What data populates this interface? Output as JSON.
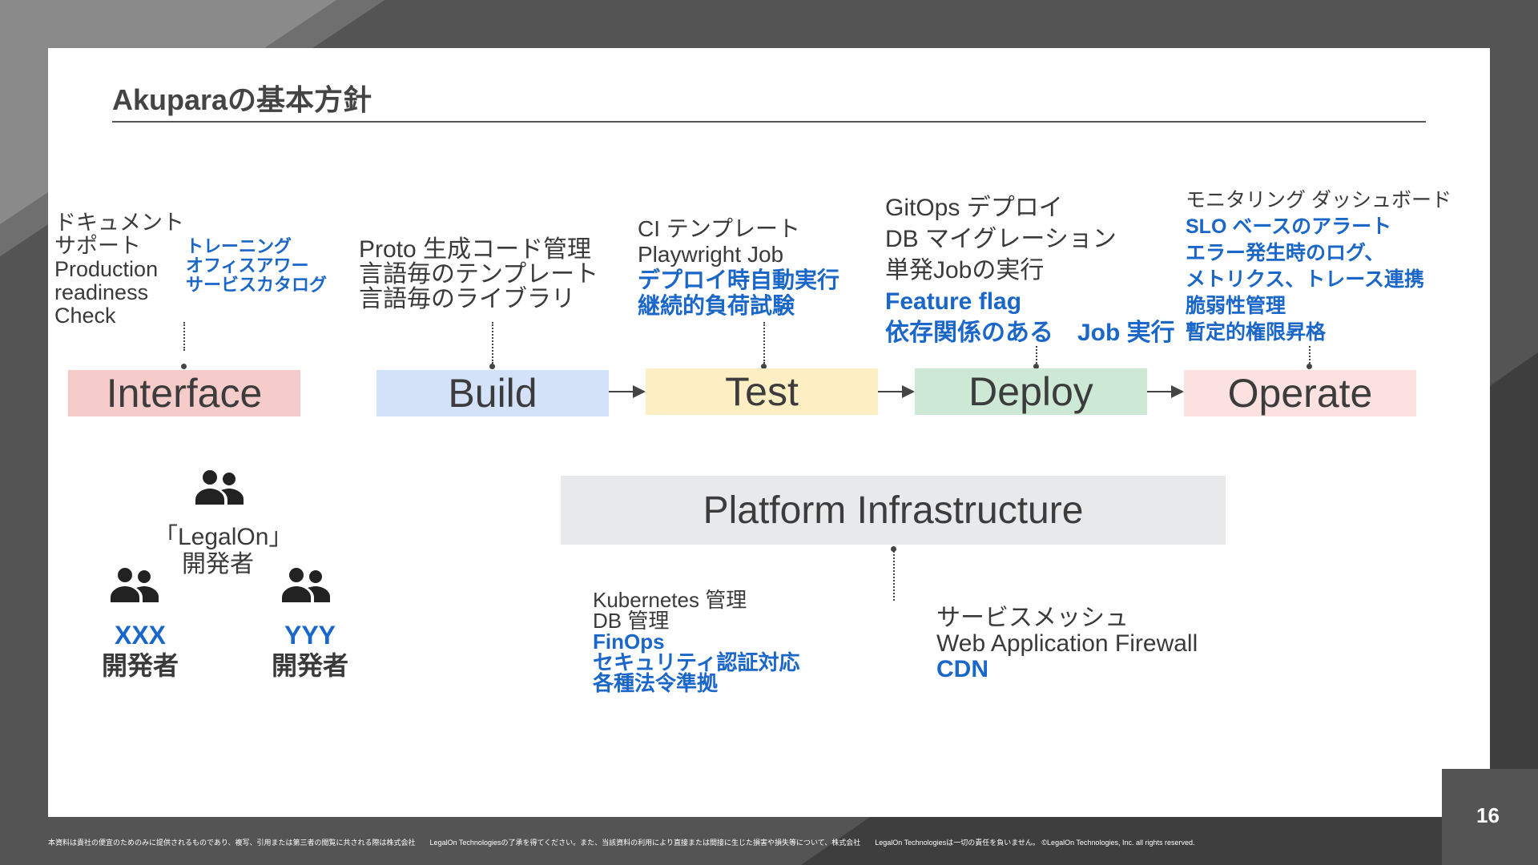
{
  "slide": {
    "title": "Akuparaの基本方針",
    "page_number": "16",
    "footer": "本資料は貴社の便宜のためのみに提供されるものであり、複写、引用または第三者の閲覧に共される際は株式会社　　LegalOn Technologiesの了承を得てください。また、当該資料の利用により直接または間接に生じた損害や損失等について、株式会社　　LegalOn Technologiesは一切の責任を負いません。 ©LegalOn Technologies, Inc. all rights reserved."
  },
  "pipeline": {
    "stages": [
      {
        "label": "Interface",
        "color": "#f6cccb"
      },
      {
        "label": "Build",
        "color": "#d3e2f9"
      },
      {
        "label": "Test",
        "color": "#fdefc3"
      },
      {
        "label": "Deploy",
        "color": "#cde8d4"
      },
      {
        "label": "Operate",
        "color": "#fbe2e1"
      }
    ],
    "notes": {
      "interface": {
        "plain": [
          "ドキュメント",
          "サポート",
          "Production",
          "readiness",
          "Check"
        ],
        "highlight": [
          "トレーニング",
          "オフィスアワー",
          "サービスカタログ"
        ]
      },
      "build": {
        "plain": [
          "Proto 生成コード管理",
          "言語毎のテンプレート",
          "言語毎のライブラリ"
        ]
      },
      "test": {
        "plain": [
          "CI テンプレート",
          "Playwright Job"
        ],
        "highlight": [
          "デプロイ時自動実行",
          "継続的負荷試験"
        ]
      },
      "deploy": {
        "plain": [
          "GitOps デプロイ",
          "DB マイグレーション",
          "単発Jobの実行"
        ],
        "highlight": [
          "Feature flag",
          "依存関係のある　Job 実行"
        ]
      },
      "operate": {
        "plain": [
          "モニタリング ダッシュボード"
        ],
        "highlight": [
          "SLO ベースのアラート",
          "エラー発生時のログ、",
          "メトリクス、トレース連携",
          "脆弱性管理",
          "暫定的権限昇格"
        ]
      }
    }
  },
  "platform": {
    "label": "Platform Infrastructure",
    "color": "#e8e9eb",
    "left_notes": {
      "plain": [
        "Kubernetes 管理",
        "DB 管理"
      ],
      "highlight": [
        "FinOps",
        "セキュリティ認証対応",
        "各種法令準拠"
      ]
    },
    "right_notes": {
      "plain": [
        "サービスメッシュ",
        "Web Application Firewall"
      ],
      "highlight": [
        "CDN"
      ]
    }
  },
  "developers": {
    "main": {
      "line1": "「LegalOn」",
      "line2": "開発者"
    },
    "xxx": {
      "line1": "XXX",
      "line2": "開発者"
    },
    "yyy": {
      "line1": "YYY",
      "line2": "開発者"
    },
    "icon": "people-icon",
    "accent": "#1a66c9"
  }
}
